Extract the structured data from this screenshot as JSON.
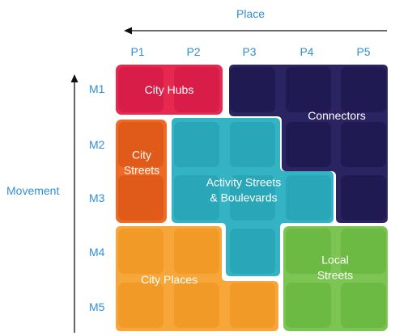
{
  "axes": {
    "place_title": "Place",
    "movement_title": "Movement",
    "columns": [
      "P1",
      "P2",
      "P3",
      "P4",
      "P5"
    ],
    "rows": [
      "M1",
      "M2",
      "M3",
      "M4",
      "M5"
    ]
  },
  "groups": {
    "city_hubs": {
      "label_lines": [
        "City Hubs"
      ],
      "color": "#e8294f",
      "cell_color": "#d91d49"
    },
    "connectors": {
      "label_lines": [
        "Connectors"
      ],
      "color": "#2b2463",
      "cell_color": "#1f1a52"
    },
    "city_streets": {
      "label_lines": [
        "City",
        "Streets"
      ],
      "color": "#ef6a25",
      "cell_color": "#e05a1a"
    },
    "activity_streets": {
      "label_lines": [
        "Activity Streets",
        "& Boulevards"
      ],
      "color": "#33b3c4",
      "cell_color": "#29a7b8"
    },
    "city_places": {
      "label_lines": [
        "City Places"
      ],
      "color": "#f7a73a",
      "cell_color": "#f19a28"
    },
    "local_streets": {
      "label_lines": [
        "Local",
        "Streets"
      ],
      "color": "#7cc453",
      "cell_color": "#6cb944"
    }
  }
}
